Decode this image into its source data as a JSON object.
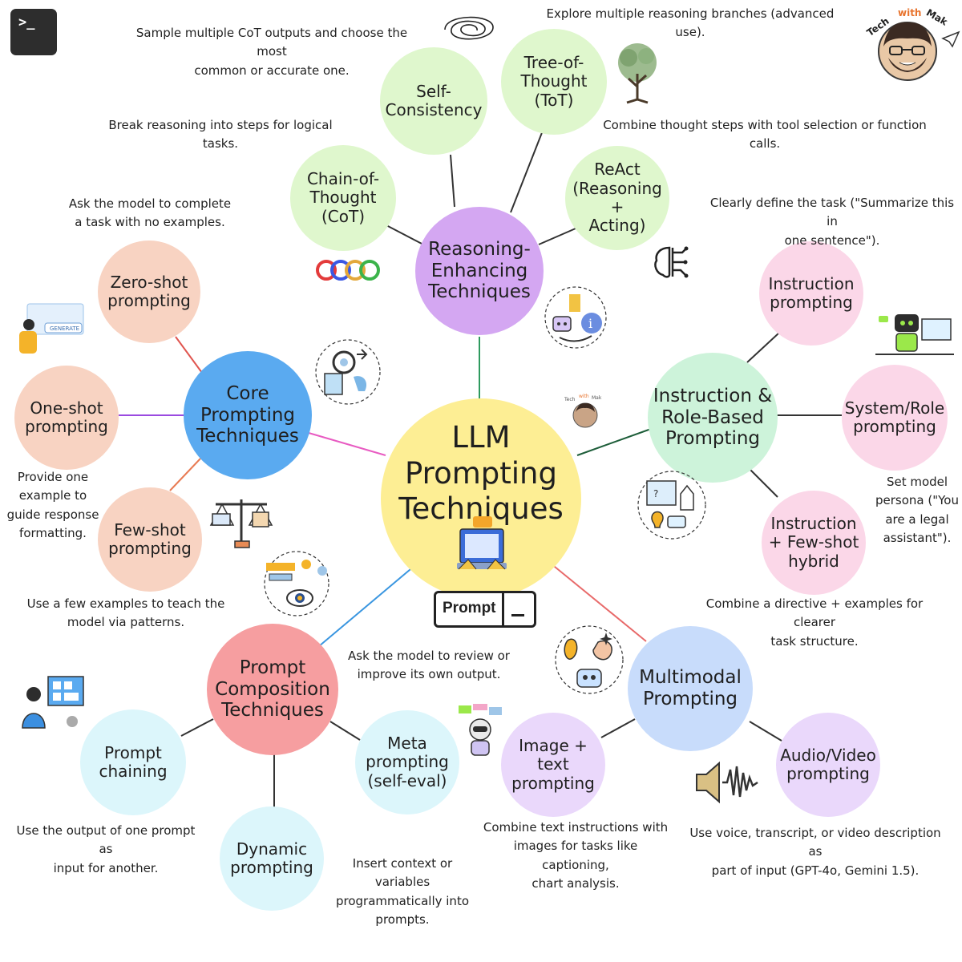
{
  "diagram": {
    "center": {
      "title": "LLM\nPrompting\nTechniques",
      "color": "#fdee94"
    },
    "branches": [
      {
        "key": "core",
        "label": "Core\nPrompting\nTechniques",
        "color": "#5aaaf0",
        "edge_color": "#e85bc2",
        "children": [
          {
            "key": "zero",
            "label": "Zero-shot\nprompting",
            "color": "#f8d3c2",
            "edge_color": "#e0554f",
            "note": "Ask the model to complete\na task with no examples."
          },
          {
            "key": "one",
            "label": "One-shot\nprompting",
            "color": "#f8d3c2",
            "edge_color": "#9a4be0",
            "note": "Provide one\nexample to\nguide response\nformatting."
          },
          {
            "key": "few",
            "label": "Few-shot\nprompting",
            "color": "#f8d3c2",
            "edge_color": "#e87a52",
            "note": "Use a few examples to teach the\nmodel via patterns."
          }
        ]
      },
      {
        "key": "reason",
        "label": "Reasoning-\nEnhancing\nTechniques",
        "color": "#d4a7f2",
        "edge_color": "#2e9a5e",
        "children": [
          {
            "key": "cot",
            "label": "Chain-of-\nThought\n(CoT)",
            "color": "#dff7cd",
            "edge_color": "#333333",
            "note": "Break reasoning into steps for logical tasks."
          },
          {
            "key": "sc",
            "label": "Self-\nConsistency",
            "color": "#dff7cd",
            "edge_color": "#333333",
            "note": "Sample multiple CoT outputs and choose the most\ncommon or accurate one."
          },
          {
            "key": "tot",
            "label": "Tree-of-\nThought\n(ToT)",
            "color": "#dff7cd",
            "edge_color": "#333333",
            "note": "Explore multiple reasoning branches (advanced use)."
          },
          {
            "key": "react",
            "label": "ReAct\n(Reasoning +\nActing)",
            "color": "#dff7cd",
            "edge_color": "#333333",
            "note": "Combine thought steps with tool selection or function calls."
          }
        ]
      },
      {
        "key": "instr",
        "label": "Instruction &\nRole-Based\nPrompting",
        "color": "#cdf3da",
        "edge_color": "#1e5e3a",
        "children": [
          {
            "key": "ip",
            "label": "Instruction\nprompting",
            "color": "#fbd7e8",
            "edge_color": "#333333",
            "note": "Clearly define the task (\"Summarize this in\none sentence\")."
          },
          {
            "key": "sys",
            "label": "System/Role\nprompting",
            "color": "#fbd7e8",
            "edge_color": "#333333",
            "note": "Set model\npersona (\"You\nare a legal\nassistant\")."
          },
          {
            "key": "ifs",
            "label": "Instruction\n+ Few-shot\nhybrid",
            "color": "#fbd7e8",
            "edge_color": "#333333",
            "note": "Combine a directive + examples for clearer\ntask structure."
          }
        ]
      },
      {
        "key": "comp",
        "label": "Prompt\nComposition\nTechniques",
        "color": "#f69ea0",
        "edge_color": "#3a96e0",
        "children": [
          {
            "key": "chain",
            "label": "Prompt\nchaining",
            "color": "#dcf6fb",
            "edge_color": "#333333",
            "note": "Use the output of one prompt as\ninput for another."
          },
          {
            "key": "dyn",
            "label": "Dynamic\nprompting",
            "color": "#dcf6fb",
            "edge_color": "#333333",
            "note": "Insert context or variables\nprogrammatically into\nprompts."
          },
          {
            "key": "meta",
            "label": "Meta\nprompting\n(self-eval)",
            "color": "#dcf6fb",
            "edge_color": "#333333",
            "note": "Ask the model to review or\nimprove its own output."
          }
        ]
      },
      {
        "key": "multi",
        "label": "Multimodal\nPrompting",
        "color": "#c8dcfb",
        "edge_color": "#e86a6a",
        "children": [
          {
            "key": "img",
            "label": "Image + text\nprompting",
            "color": "#ead8fb",
            "edge_color": "#333333",
            "note": "Combine text instructions with\nimages for tasks like captioning,\nchart analysis."
          },
          {
            "key": "av",
            "label": "Audio/Video\nprompting",
            "color": "#ead8fb",
            "edge_color": "#333333",
            "note": "Use voice, transcript, or video description as\npart of input (GPT-4o, Gemini 1.5)."
          }
        ]
      }
    ]
  },
  "widgets": {
    "prompt_bar_label": "Prompt",
    "terminal_glyph": ">_",
    "brand": {
      "word1": "Tech",
      "word2": "with",
      "word3": "Mak",
      "accent": "#e8742e"
    }
  },
  "icons": [
    "terminal-icon",
    "tree-icon",
    "cycle-arrows-icon",
    "brain-circuit-icon",
    "ai-assistant-icon",
    "gears-head-icon",
    "generate-ui-icon",
    "scales-icon",
    "robot-desk-icon",
    "workflow-icon",
    "rocket-idea-icon",
    "bot-chat-icon",
    "creative-mind-icon",
    "speaker-waveform-icon",
    "analyst-dashboard-icon",
    "laptop-hands-icon",
    "scribble-icon",
    "avatar-badge-icon"
  ]
}
